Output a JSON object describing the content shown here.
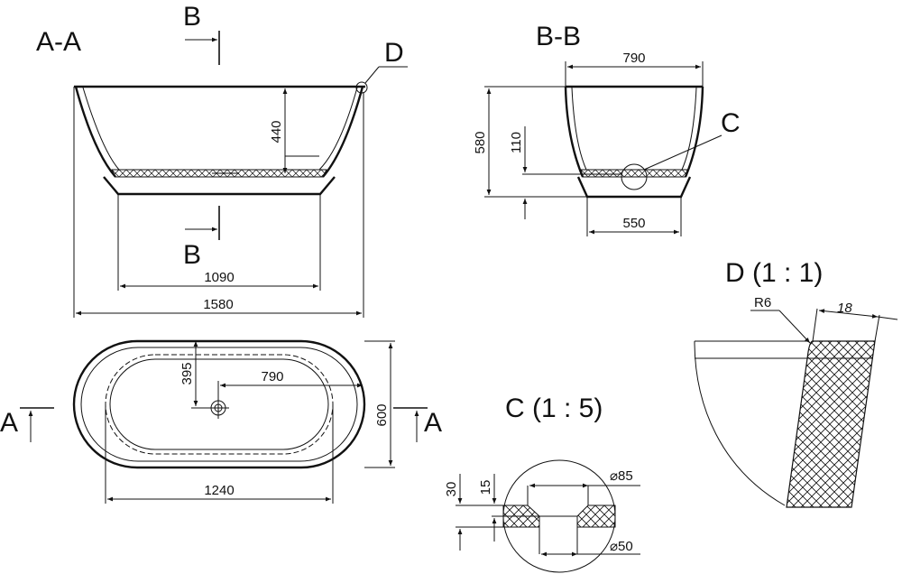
{
  "labels": {
    "section_aa": "A-A",
    "section_bb": "B-B",
    "detail_c": "C",
    "detail_d": "D",
    "detail_c_title": "C  (1 : 5)",
    "detail_d_title": "D  (1 : 1)",
    "cut_b_top": "B",
    "cut_b_bottom": "B",
    "cut_a_left": "A",
    "cut_a_right": "A"
  },
  "dimensions": {
    "aa_depth": "440",
    "aa_base_width": "1090",
    "aa_overall_width": "1580",
    "bb_top_width": "790",
    "bb_height": "580",
    "bb_base_offset": "110",
    "bb_base_width": "550",
    "plan_drain_offset_y": "395",
    "plan_drain_offset_x": "790",
    "plan_width": "600",
    "plan_inner_length": "1240",
    "c_total_height": "30",
    "c_step_height": "15",
    "c_outer_diameter": "⌀85",
    "c_inner_diameter": "⌀50",
    "d_radius": "R6",
    "d_wall_thickness": "18"
  },
  "colors": {
    "line": "#111111",
    "background": "#ffffff"
  }
}
